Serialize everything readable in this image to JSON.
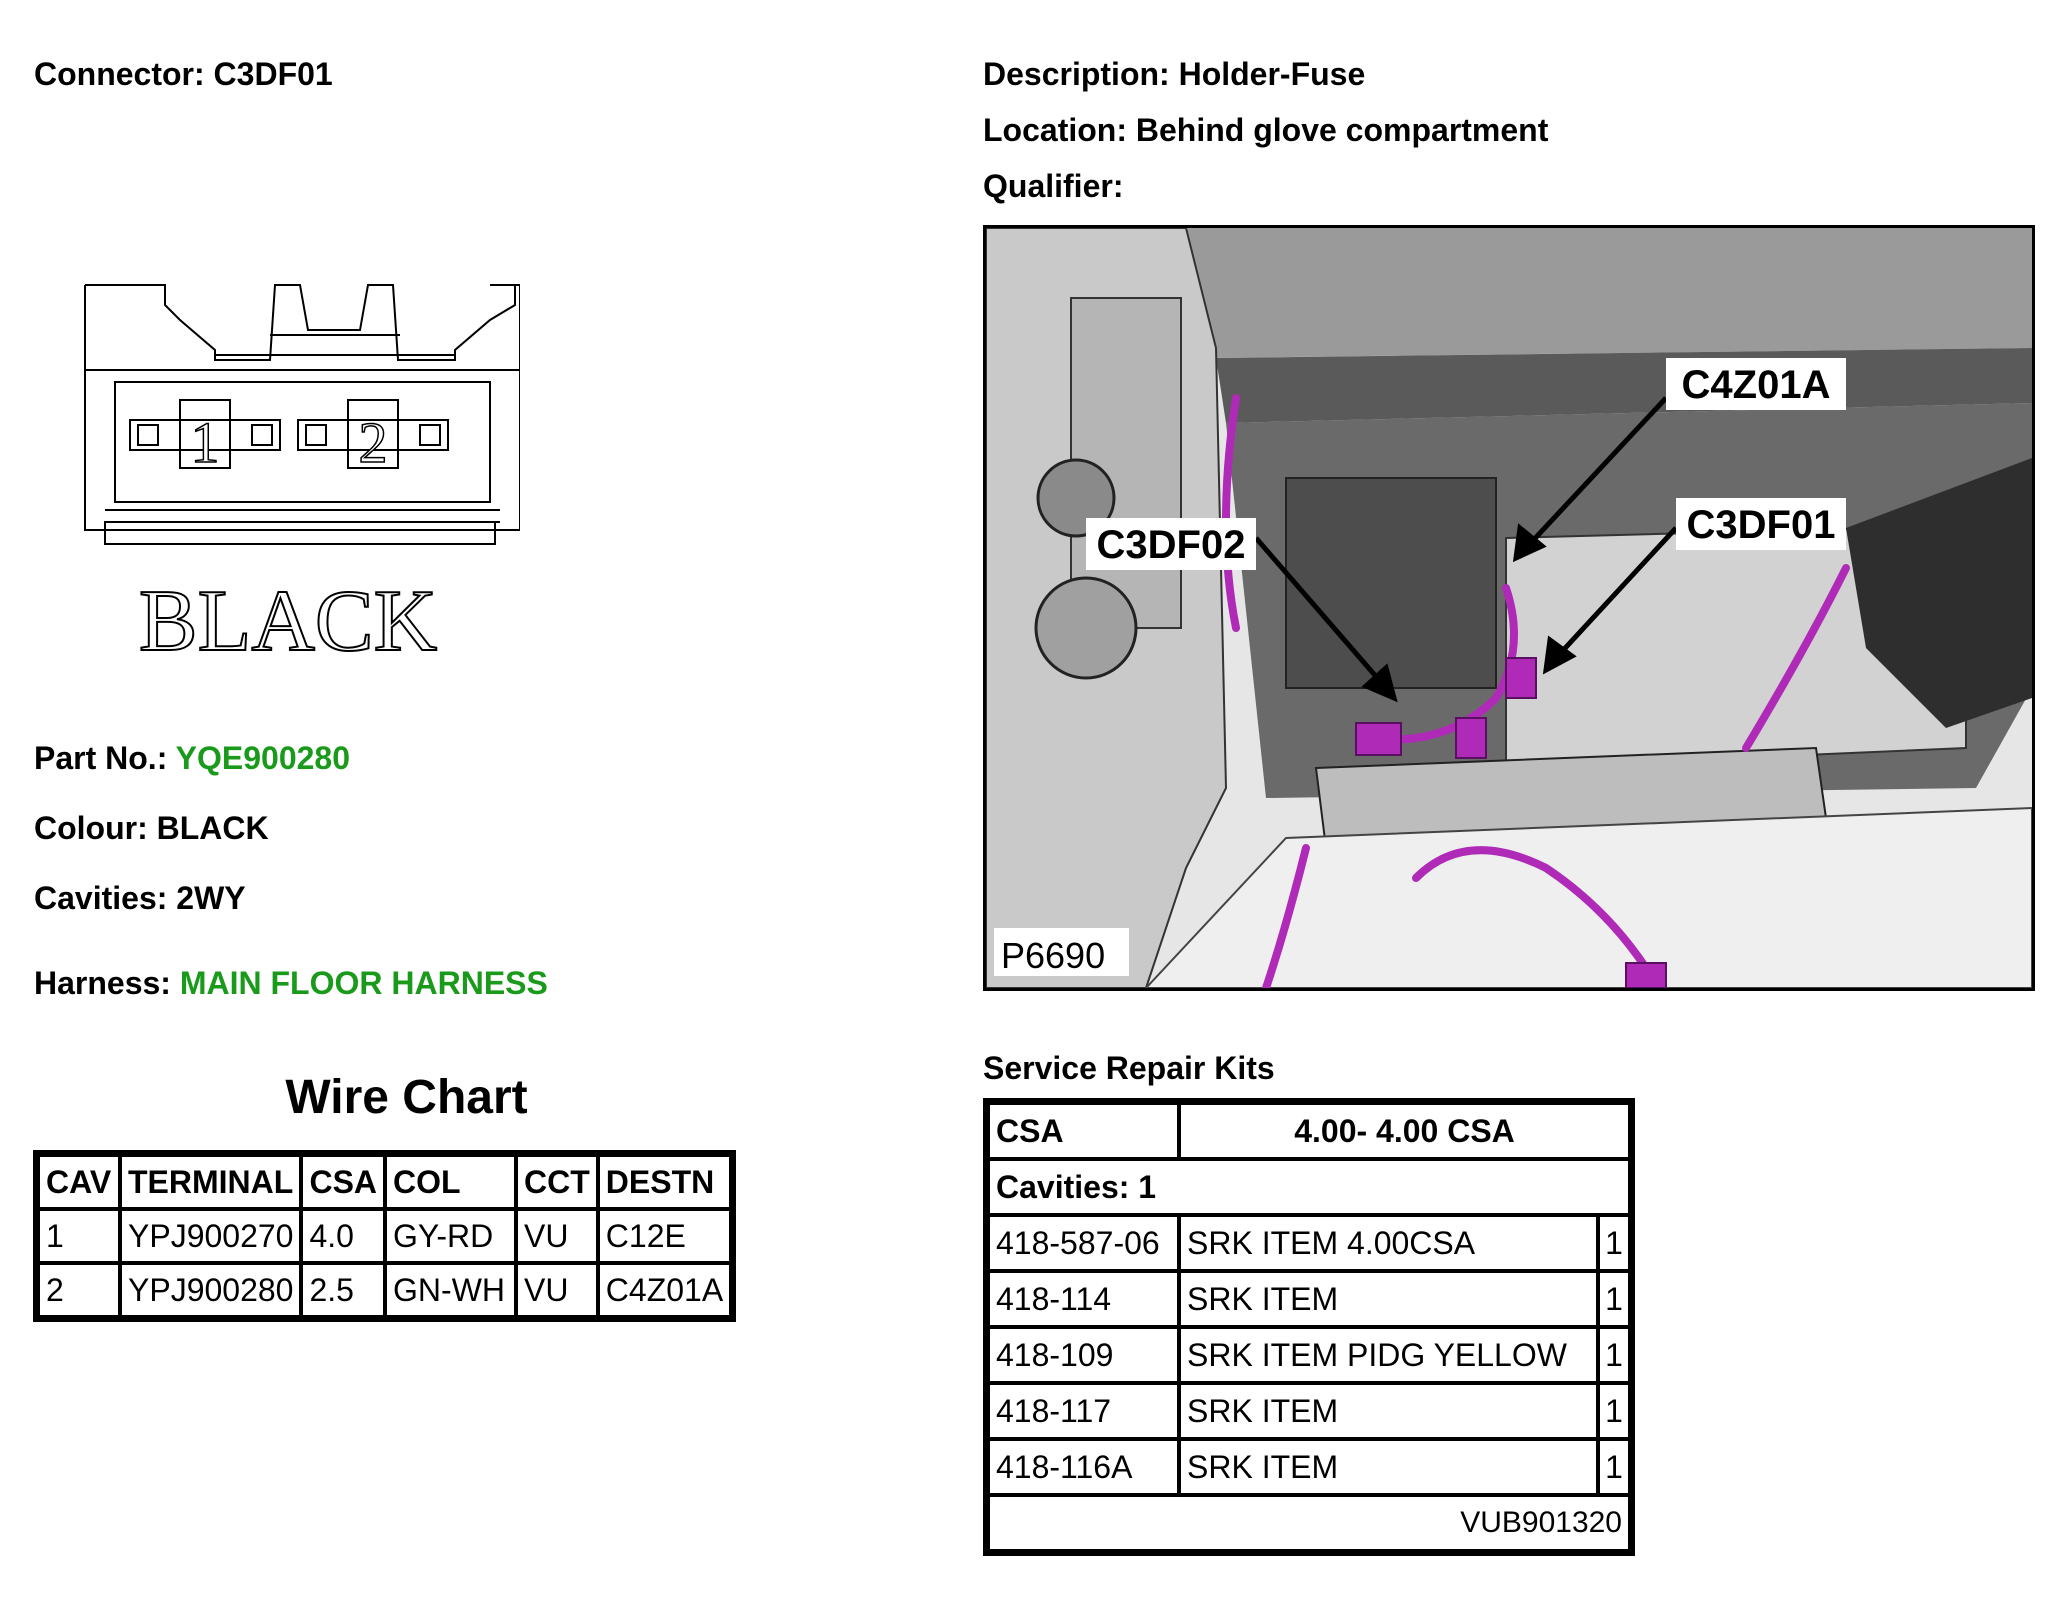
{
  "connector": {
    "label": "Connector:",
    "value": "C3DF01"
  },
  "description": {
    "label": "Description:",
    "value": "Holder-Fuse"
  },
  "location": {
    "label": "Location:",
    "value": "Behind glove compartment"
  },
  "qualifier": {
    "label": "Qualifier:",
    "value": ""
  },
  "drawing": {
    "cavity_1": "1",
    "cavity_2": "2",
    "colour_text": "BLACK"
  },
  "part_no": {
    "label": "Part No.:",
    "value": "YQE900280"
  },
  "colour": {
    "label": "Colour:",
    "value": "BLACK"
  },
  "cavities": {
    "label": "Cavities:",
    "value": "2WY"
  },
  "harness": {
    "label": "Harness:",
    "value": "MAIN FLOOR HARNESS"
  },
  "photo": {
    "callouts": [
      "C4Z01A",
      "C3DF02",
      "C3DF01"
    ],
    "ref": "P6690",
    "colors": {
      "wire": "#b02ab8",
      "callout_bg": "#ffffff"
    }
  },
  "wire_chart": {
    "title": "Wire Chart",
    "headers": [
      "CAV",
      "TERMINAL",
      "CSA",
      "COL",
      "CCT",
      "DESTN"
    ],
    "rows": [
      [
        "1",
        "YPJ900270",
        "4.0",
        "GY-RD",
        "VU",
        "C12E"
      ],
      [
        "2",
        "YPJ900280",
        "2.5",
        "GN-WH",
        "VU",
        "C4Z01A"
      ]
    ]
  },
  "srk": {
    "title": "Service Repair Kits",
    "csa_label": "CSA",
    "csa_value": "4.00- 4.00 CSA",
    "cavities": "Cavities: 1",
    "rows": [
      [
        "418-587-06",
        "SRK ITEM 4.00CSA",
        "1"
      ],
      [
        "418-114",
        "SRK ITEM",
        "1"
      ],
      [
        "418-109",
        "SRK ITEM PIDG YELLOW",
        "1"
      ],
      [
        "418-117",
        "SRK ITEM",
        "1"
      ],
      [
        "418-116A",
        "SRK ITEM",
        "1"
      ]
    ],
    "ref": "VUB901320"
  }
}
